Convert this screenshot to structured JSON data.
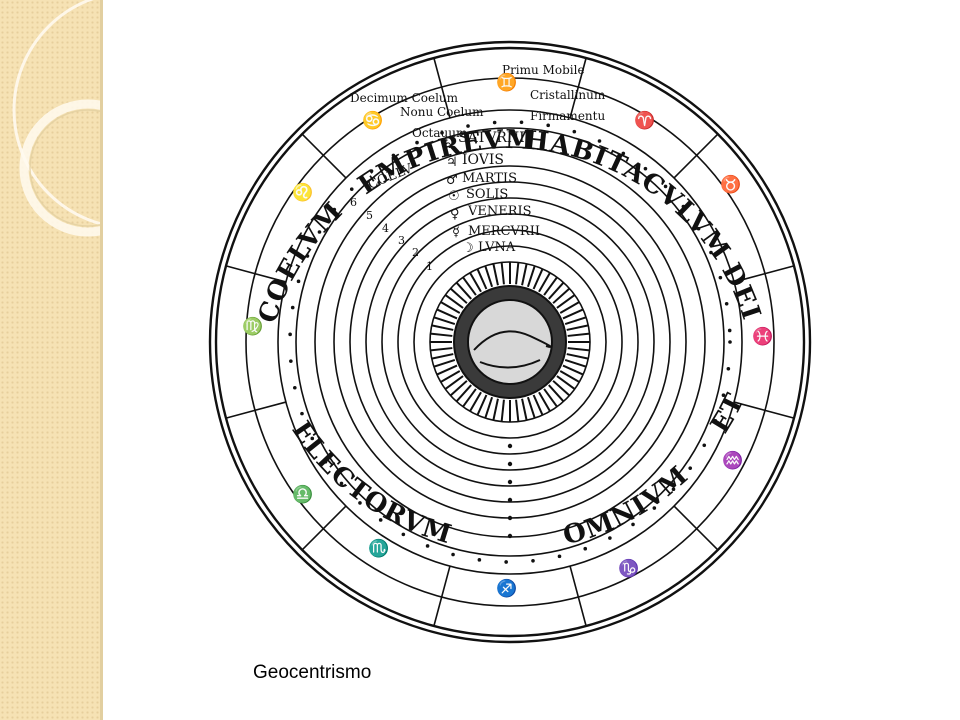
{
  "caption": "Geocentrismo",
  "outer_ring_text": {
    "empireum": "EMPIREVM",
    "habitaculum": "HABITACVLVM",
    "dei": "DEI",
    "et": "ET",
    "omnium": "OMNIVM",
    "electorum": "ELECTORVM",
    "coelum": "COELVM"
  },
  "sphere_labels": [
    "Primu Mobile",
    "Decimum Coelum",
    "Cristallinum",
    "Nonu Coelum",
    "Firmamentu",
    "Octauum",
    "SATVRNI",
    "COELV",
    "IOVIS",
    "MARTIS",
    "SOLIS",
    "VENERIS",
    "MERCVRII",
    "LVNA"
  ],
  "sphere_numbers": [
    "1",
    "2",
    "3",
    "4",
    "5",
    "6"
  ],
  "planet_symbols": [
    "♄",
    "♃",
    "♂",
    "☉",
    "♀",
    "☿",
    "☽"
  ],
  "zodiac_symbols": [
    "♈",
    "♉",
    "♊",
    "♋",
    "♌",
    "♍",
    "♎",
    "♏",
    "♐",
    "♑",
    "♒",
    "♓"
  ],
  "colors": {
    "sidebar": "#f6e2b4",
    "ink": "#111111",
    "sidebar_arc": "#ffffff"
  },
  "icons": [
    "decorative-arc-large",
    "decorative-arc-small"
  ]
}
